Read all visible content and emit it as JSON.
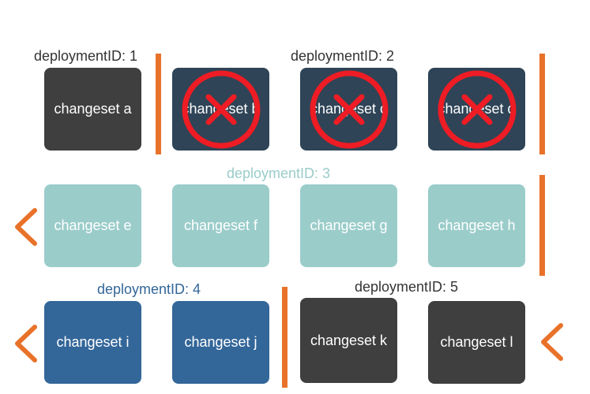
{
  "colors": {
    "dark": "#3f3f3f",
    "navy": "#2f4456",
    "teal": "#9accca",
    "blue": "#336699",
    "orange": "#e8722a",
    "red": "#ee1c24",
    "label_dark": "#333333",
    "label_teal": "#9accca",
    "label_blue": "#336699"
  },
  "deployments": [
    {
      "label": "deploymentID: 1"
    },
    {
      "label": "deploymentID: 2"
    },
    {
      "label": "deploymentID: 3"
    },
    {
      "label": "deploymentID: 4"
    },
    {
      "label": "deploymentID: 5"
    }
  ],
  "changesets": [
    {
      "label": "changeset a",
      "deployment": 1,
      "rejected": false
    },
    {
      "label": "changeset b",
      "deployment": 2,
      "rejected": true
    },
    {
      "label": "changeset c",
      "deployment": 2,
      "rejected": true
    },
    {
      "label": "changeset d",
      "deployment": 2,
      "rejected": true
    },
    {
      "label": "changeset e",
      "deployment": 3,
      "rejected": false
    },
    {
      "label": "changeset f",
      "deployment": 3,
      "rejected": false
    },
    {
      "label": "changeset g",
      "deployment": 3,
      "rejected": false
    },
    {
      "label": "changeset h",
      "deployment": 3,
      "rejected": false
    },
    {
      "label": "changeset i",
      "deployment": 4,
      "rejected": false
    },
    {
      "label": "changeset j",
      "deployment": 4,
      "rejected": false
    },
    {
      "label": "changeset k",
      "deployment": 5,
      "rejected": false
    },
    {
      "label": "changeset l",
      "deployment": 5,
      "rejected": false
    }
  ],
  "icons": {
    "rejected": "red-x-circle-icon",
    "rollback": "chevron-left-icon"
  }
}
